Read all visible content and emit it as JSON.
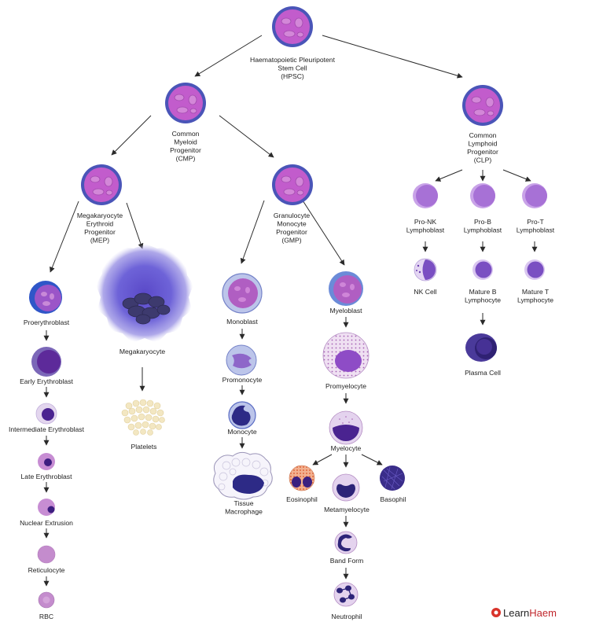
{
  "nodes": {
    "hpsc": "Haematopoietic Pleuripotent Stem Cell (HPSC)",
    "cmp": "Common Myeloid Progenitor (CMP)",
    "clp": "Common Lymphoid Progenitor (CLP)",
    "mep": "Megakaryocyte Erythroid Progenitor (MEP)",
    "gmp": "Granulocyte Monocyte Progenitor (GMP)",
    "pro_nk": "Pro-NK Lymphoblast",
    "pro_b": "Pro-B Lymphoblast",
    "pro_t": "Pro-T Lymphoblast",
    "nk_cell": "NK Cell",
    "mature_b": "Mature B Lymphocyte",
    "mature_t": "Mature T Lymphocyte",
    "plasma_cell": "Plasma Cell",
    "proerythroblast": "Proerythroblast",
    "early_erythroblast": "Early Erythroblast",
    "intermediate_erythroblast": "Intermediate Erythroblast",
    "late_erythroblast": "Late Erythroblast",
    "nuclear_extrusion": "Nuclear Extrusion",
    "reticulocyte": "Reticulocyte",
    "rbc": "RBC",
    "megakaryocyte": "Megakaryocyte",
    "platelets": "Platelets",
    "monoblast": "Monoblast",
    "promonocyte": "Promonocyte",
    "monocyte": "Monocyte",
    "tissue_macrophage": "Tissue Macrophage",
    "myeloblast": "Myeloblast",
    "promyelocyte": "Promyelocyte",
    "myelocyte": "Myelocyte",
    "eosinophil": "Eosinophil",
    "basophil": "Basophil",
    "metamyelocyte": "Metamyelocyte",
    "band_form": "Band Form",
    "neutrophil": "Neutrophil"
  },
  "brand": {
    "learn": "Learn",
    "haem": "Haem",
    "colors": {
      "learn": "#222222",
      "haem": "#c0272d",
      "logo": "#d9342b"
    }
  },
  "colors": {
    "stem_fill": "#c25ccc",
    "stem_ring": "#4a55b8",
    "organelle": "#d387d8",
    "blast_fill": "#b966d6",
    "lymph_fill": "#a771d6",
    "nucleus_dark": "#3f2a8f",
    "rbc_fill": "#c48ccd",
    "platelet_fill": "#f3e7c2",
    "arrow": "#2a2a2a"
  }
}
